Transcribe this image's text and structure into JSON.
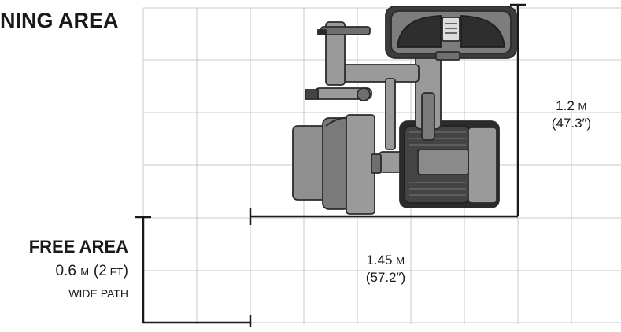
{
  "labels": {
    "training_area_title": "NING AREA",
    "free_area_title": "FREE AREA",
    "free_area_width_value": "0.6",
    "free_area_width_unit": "M",
    "free_area_width_imperial_open": "(2",
    "free_area_width_imperial_unit": "FT",
    "free_area_width_imperial_close": ")",
    "free_area_path": "WIDE PATH"
  },
  "dimensions": {
    "depth": {
      "value": "1.2",
      "unit": "M",
      "imperial": "(47.3″)"
    },
    "width": {
      "value": "1.45",
      "unit": "M",
      "imperial": "(57.2″)"
    }
  },
  "colors": {
    "grid_line": "#c8c8c8",
    "dimension_line": "#1a1a1a",
    "machine_light": "#9a9a9a",
    "machine_mid": "#6f6f6f",
    "machine_dark": "#2b2b2b",
    "text": "#1a1a1a"
  },
  "icons": [
    "exercise-machine-top-view-icon"
  ]
}
